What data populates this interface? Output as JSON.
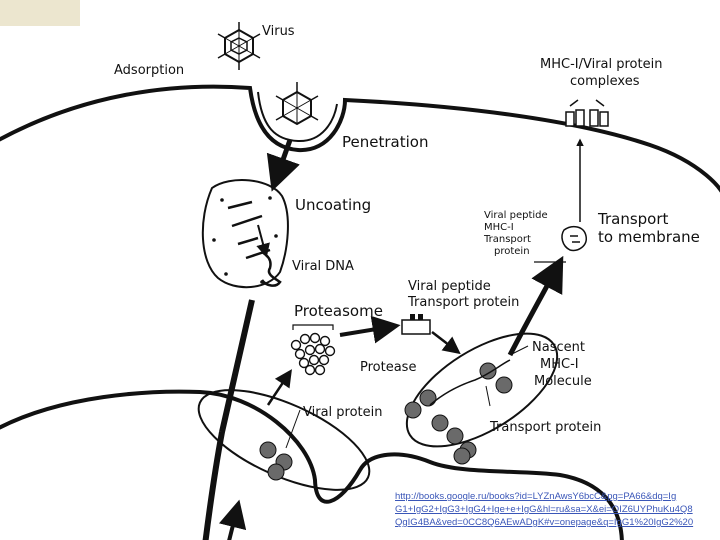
{
  "colors": {
    "ink": "#111111",
    "link": "#3a56b8",
    "corner_swatch": "#ece6cf",
    "ribosome_fill": "#6a6a6a"
  },
  "labels": {
    "virus": "Virus",
    "adsorption": "Adsorption",
    "penetration": "Penetration",
    "uncoating": "Uncoating",
    "viral_dna": "Viral DNA",
    "proteasome": "Proteasome",
    "protease": "Protease",
    "viral_protein": "Viral protein",
    "viral_peptide_transport_protein": [
      "Viral peptide",
      "Transport protein"
    ],
    "viral_peptide_small": [
      "Viral peptide",
      "MHC-I",
      "Transport",
      "protein"
    ],
    "transport_to_membrane": [
      "Transport",
      "to membrane"
    ],
    "mhc_complexes": [
      "MHC-I/Viral protein",
      "complexes"
    ],
    "nascent_mhc": [
      "Nascent",
      "MHC-I",
      "Molecule"
    ],
    "transport_protein": "Transport protein"
  },
  "source_url_lines": [
    "http://books.google.ru/books?id=LYZnAwsY6bcC&pg=PA66&dq=Ig",
    "G1+IgG2+IgG3+IgG4+Ige+e+IgG&hl=ru&sa=X&ei=OIZ6UYPhuKu4Q8",
    "QgIG4BA&ved=0CC8Q6AEwADgK#v=onepage&q=IgG1%20IgG2%20"
  ]
}
